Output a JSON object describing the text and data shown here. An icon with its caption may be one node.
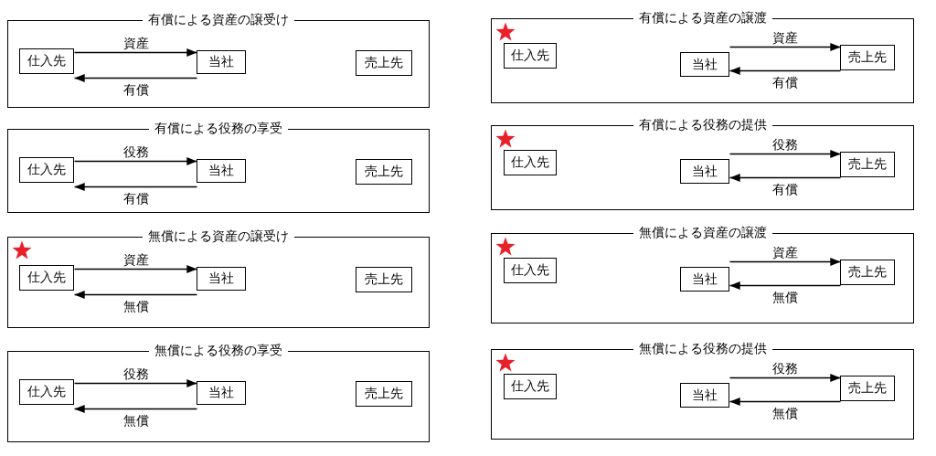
{
  "diagram": {
    "nodes": [
      {
        "text": [
          "有償による資産の譲受け"
        ]
      },
      {
        "text": [
          "仕入先"
        ],
        "in": 0
      },
      {
        "text": [
          "当社"
        ],
        "in": 0
      },
      {
        "text": [
          "売上先"
        ],
        "in": 0
      },
      {
        "text": [
          "有償による役務の享受"
        ]
      },
      {
        "text": [
          "仕入先"
        ],
        "in": 4
      },
      {
        "text": [
          "当社"
        ],
        "in": 4
      },
      {
        "text": [
          "売上先"
        ],
        "in": 4
      },
      {
        "text": [
          "無償による資産の譲受け"
        ]
      },
      {
        "text": [
          "仕入先"
        ],
        "in": 8
      },
      {
        "text": [
          "当社"
        ],
        "in": 8
      },
      {
        "text": [
          "売上先"
        ],
        "in": 8
      },
      {
        "text": [
          "無償による役務の享受"
        ]
      },
      {
        "text": [
          "仕入先"
        ],
        "in": 12
      },
      {
        "text": [
          "当社"
        ],
        "in": 12
      },
      {
        "text": [
          "売上先"
        ],
        "in": 12
      },
      {
        "text": [
          "有償による資産の譲渡"
        ]
      },
      {
        "text": [
          "仕入先"
        ],
        "in": 16
      },
      {
        "text": [
          "当社"
        ],
        "in": 16
      },
      {
        "text": [
          "売上先"
        ],
        "in": 16
      },
      {
        "text": [
          "有償による役務の提供"
        ]
      },
      {
        "text": [
          "仕入先"
        ],
        "in": 20
      },
      {
        "text": [
          "当社"
        ],
        "in": 20
      },
      {
        "text": [
          "売上先"
        ],
        "in": 20
      },
      {
        "text": [
          "無償による資産の譲渡"
        ]
      },
      {
        "text": [
          "仕入先"
        ],
        "in": 24
      },
      {
        "text": [
          "当社"
        ],
        "in": 24
      },
      {
        "text": [
          "売上先"
        ],
        "in": 24
      },
      {
        "text": [
          "無償による役務の提供"
        ]
      },
      {
        "text": [
          "仕入先"
        ],
        "in": 28
      },
      {
        "text": [
          "当社"
        ],
        "in": 28
      },
      {
        "text": [
          "売上先"
        ],
        "in": 28
      }
    ],
    "edges": [
      {
        "from": 1,
        "to": 2,
        "arrow": "to",
        "label": "資産"
      },
      {
        "from": 2,
        "to": 1,
        "arrow": "to",
        "label": "有償"
      },
      {
        "from": 5,
        "to": 6,
        "arrow": "to",
        "label": "役務"
      },
      {
        "from": 6,
        "to": 5,
        "arrow": "to",
        "label": "有償"
      },
      {
        "from": 9,
        "to": 10,
        "arrow": "to",
        "label": "資産"
      },
      {
        "from": 10,
        "to": 9,
        "arrow": "to",
        "label": "無償"
      },
      {
        "from": 13,
        "to": 14,
        "arrow": "to",
        "label": "役務"
      },
      {
        "from": 14,
        "to": 13,
        "arrow": "to",
        "label": "無償"
      },
      {
        "from": 18,
        "to": 19,
        "arrow": "to",
        "label": "資産"
      },
      {
        "from": 19,
        "to": 18,
        "arrow": "to",
        "label": "有償"
      },
      {
        "from": 22,
        "to": 23,
        "arrow": "to",
        "label": "役務"
      },
      {
        "from": 23,
        "to": 22,
        "arrow": "to",
        "label": "有償"
      },
      {
        "from": 26,
        "to": 27,
        "arrow": "to",
        "label": "資産"
      },
      {
        "from": 27,
        "to": 26,
        "arrow": "to",
        "label": "無償"
      },
      {
        "from": 30,
        "to": 31,
        "arrow": "to",
        "label": "役務"
      },
      {
        "from": 31,
        "to": 30,
        "arrow": "to",
        "label": "無償"
      }
    ]
  }
}
